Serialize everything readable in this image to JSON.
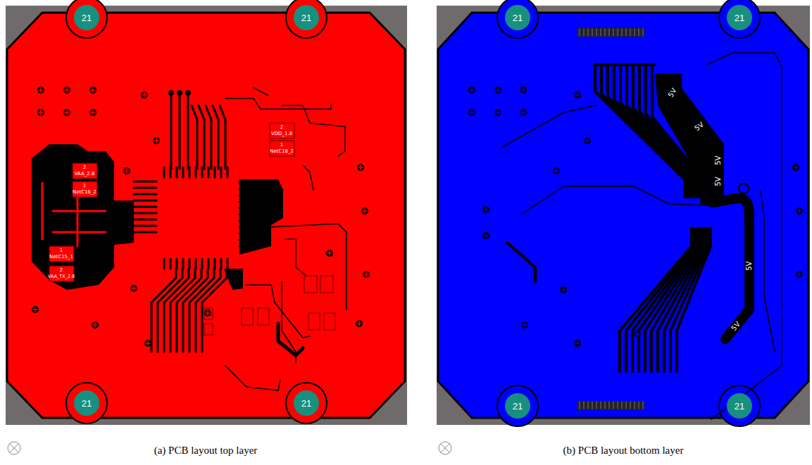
{
  "diagram": {
    "nodes": [
      {
        "text": [
          "21"
        ]
      },
      {
        "text": [
          "21"
        ]
      },
      {
        "text": [
          "21"
        ]
      },
      {
        "text": [
          "21"
        ]
      },
      {
        "text": [
          "21"
        ]
      },
      {
        "text": [
          "21"
        ]
      },
      {
        "text": [
          "21"
        ]
      },
      {
        "text": [
          "21"
        ]
      }
    ],
    "labels": [
      "2",
      "VAA_2.8",
      "1",
      "NetC16_2",
      "1",
      "NetC15_1",
      "2",
      "VAA_TX_2.8",
      "2",
      "VDD_1.8",
      "1",
      "NetC18_2",
      "5V",
      "5V",
      "5V",
      "5V",
      "5V",
      "5V",
      "(a) PCB layout top layer",
      "(b) PCB layout bottom layer"
    ]
  }
}
